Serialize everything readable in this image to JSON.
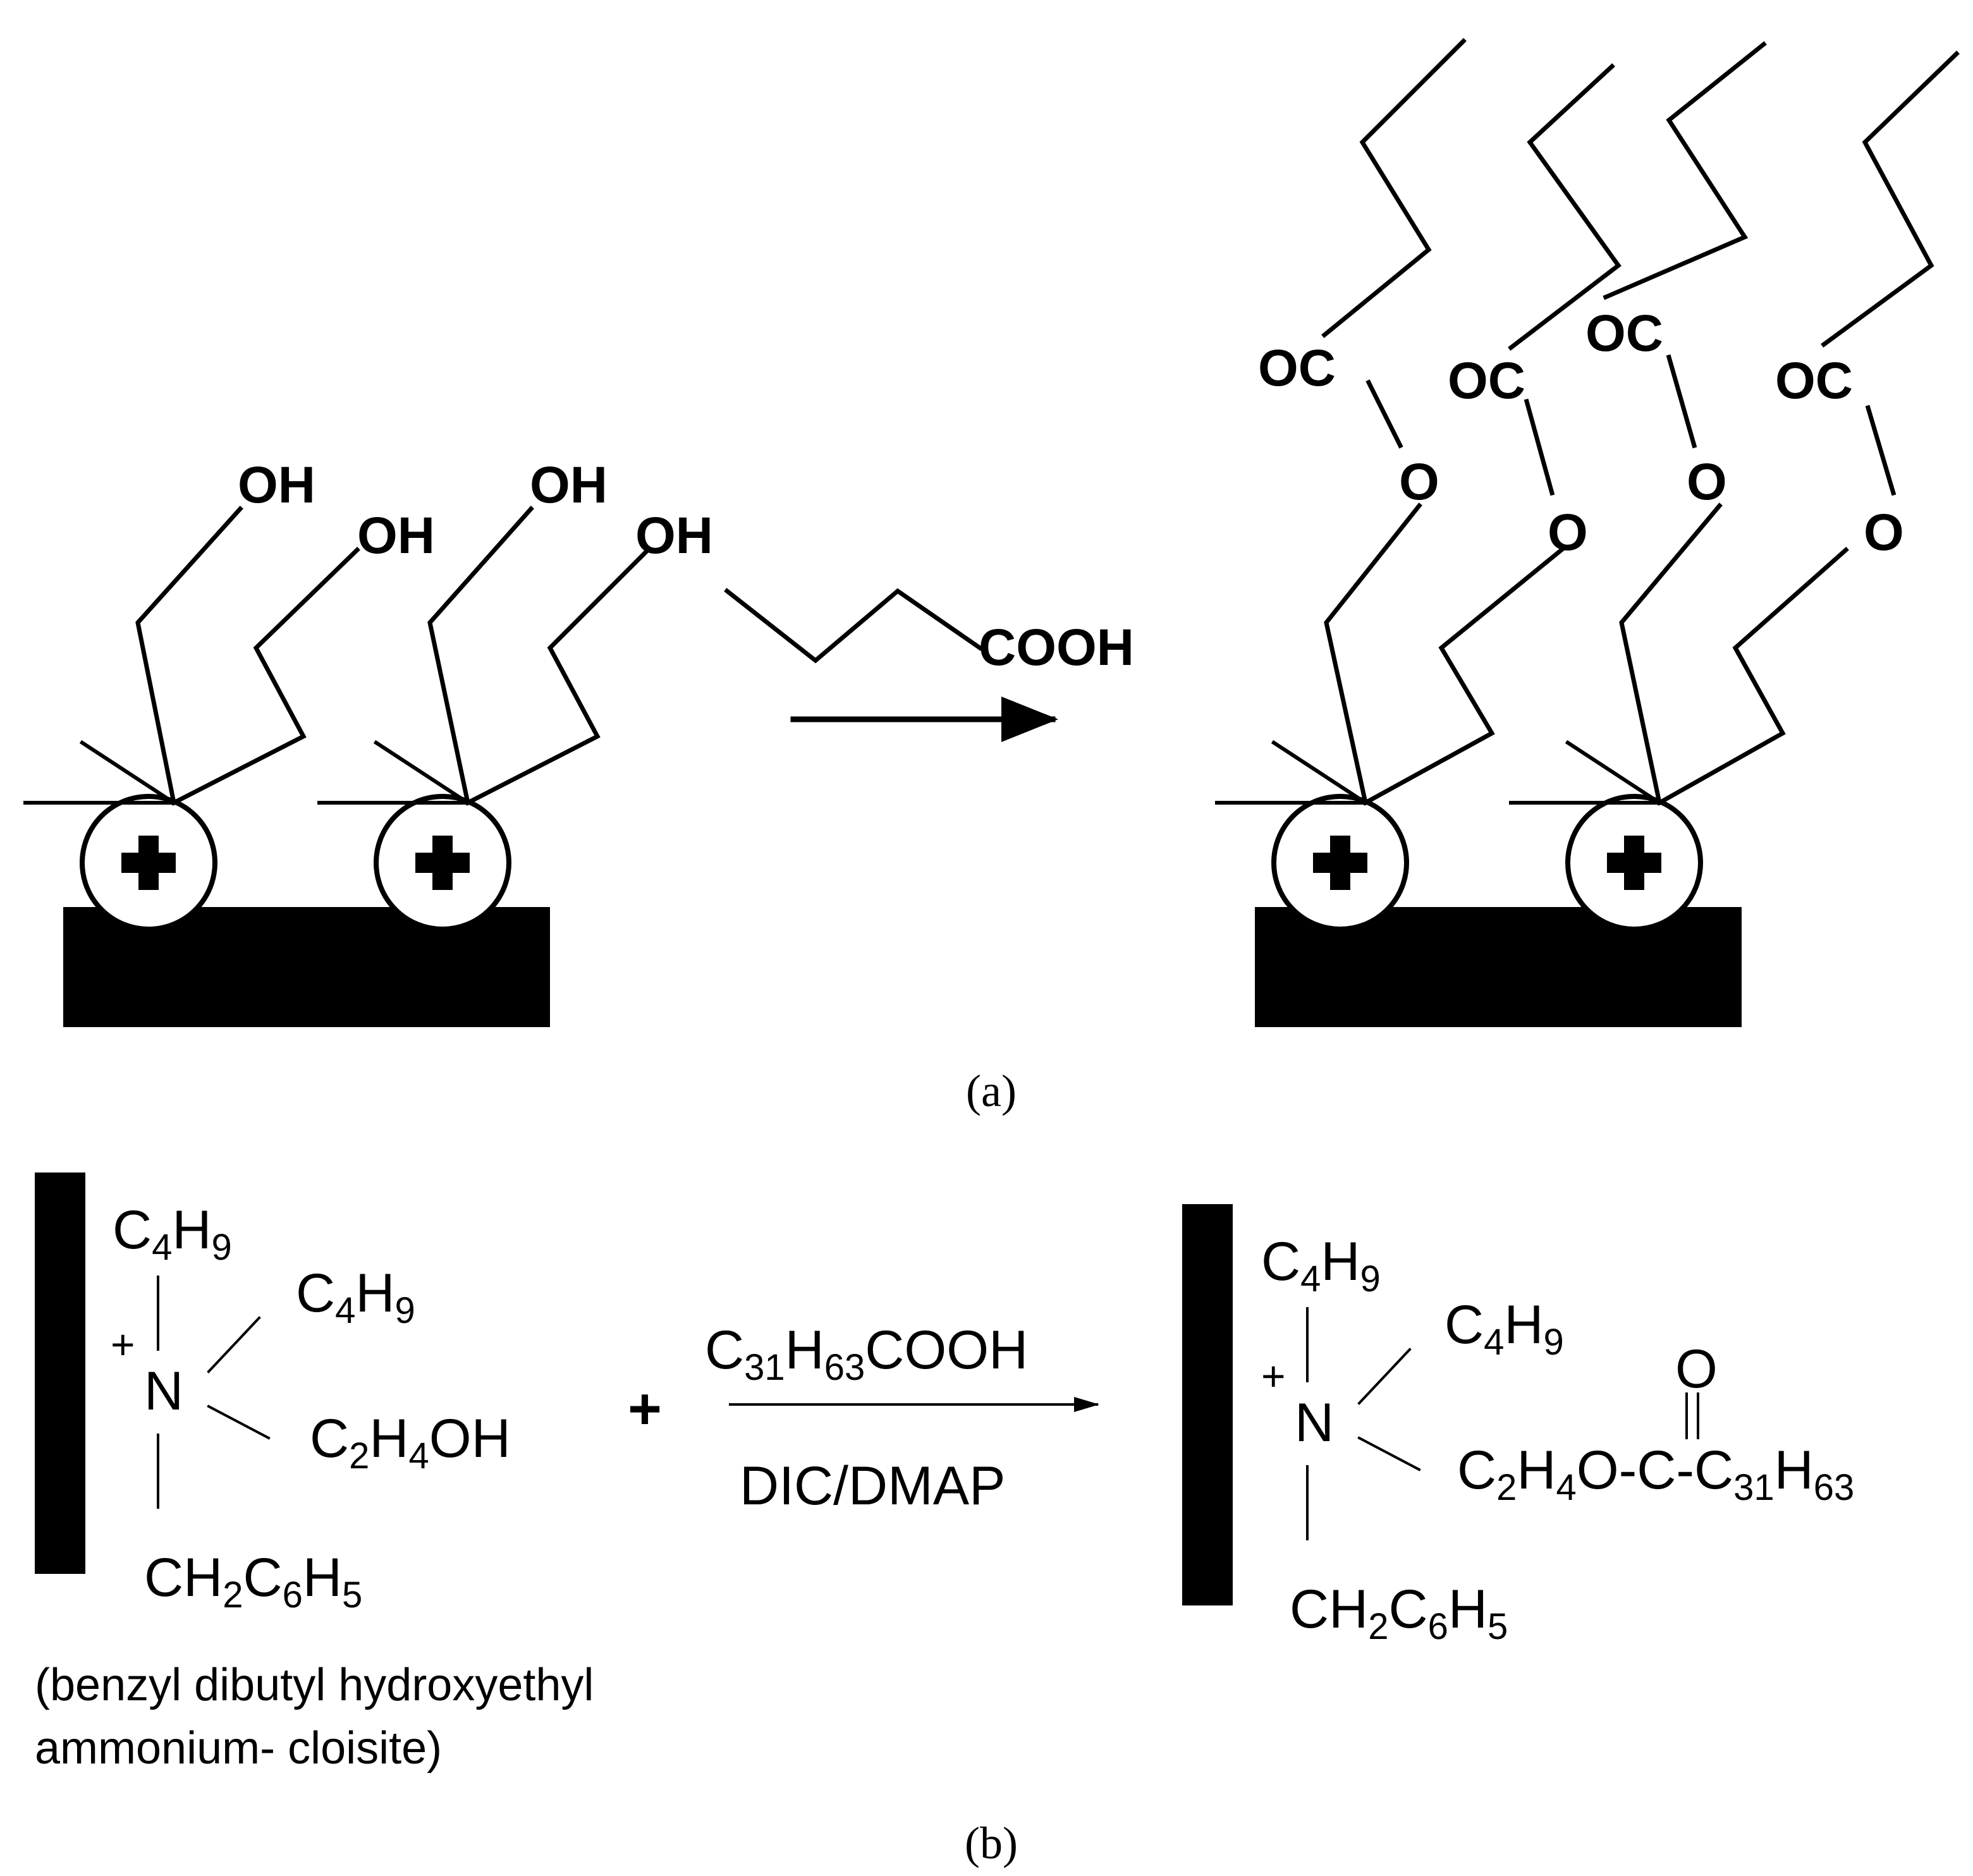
{
  "panel_a": {
    "hydroxyl_label": "OH",
    "reagent_label": "COOH",
    "ester_carbonyl_label": "OC",
    "ester_oxygen_label": "O",
    "cation_symbol": "+",
    "caption": "(a)"
  },
  "panel_b": {
    "reactant": {
      "charge": "+",
      "nitrogen": "N",
      "substituent_top": "C4H9",
      "substituent_upper_right": "C4H9",
      "substituent_lower_right": "C2H4OH",
      "substituent_bottom": "CH2C6H5",
      "name_line1": "(benzyl dibutyl hydroxyethyl",
      "name_line2": "ammonium- cloisite)"
    },
    "plus_sign": "+",
    "reagent_above_arrow": "C31H63COOH",
    "reagent_below_arrow": "DIC/DMAP",
    "product": {
      "charge": "+",
      "nitrogen": "N",
      "substituent_top": "C4H9",
      "substituent_upper_right": "C4H9",
      "carbonyl_oxygen": "O",
      "ester_chain": "C2H4O-C-C31H63",
      "substituent_bottom": "CH2C6H5"
    },
    "caption": "(b)"
  }
}
